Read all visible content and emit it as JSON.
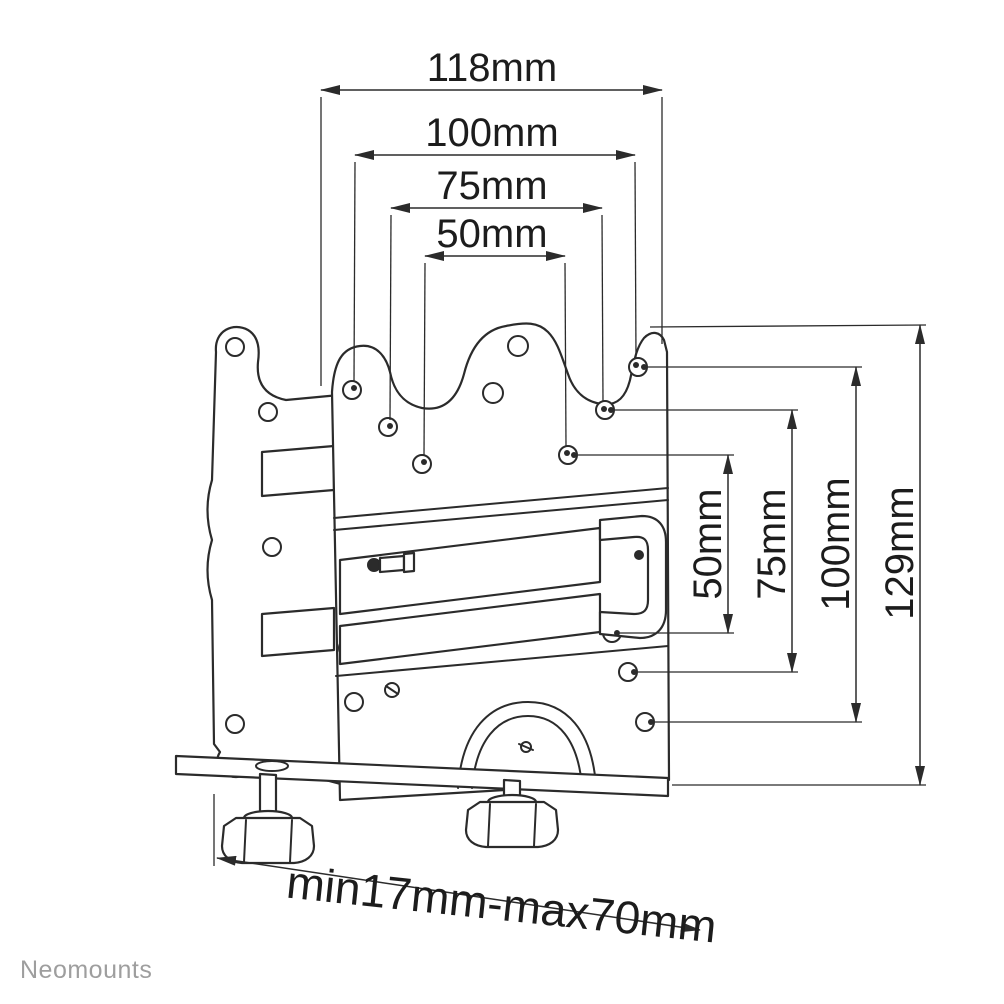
{
  "brand": "Neomounts",
  "dims": {
    "top": [
      "118mm",
      "100mm",
      "75mm",
      "50mm"
    ],
    "right": [
      "50mm",
      "75mm",
      "100mm",
      "129mm"
    ],
    "bottom": "min17mm-max70mm"
  },
  "colors": {
    "line": "#2b2b2b",
    "text": "#1c1c1c",
    "brand_text": "#9e9e9e",
    "background": "#ffffff"
  }
}
